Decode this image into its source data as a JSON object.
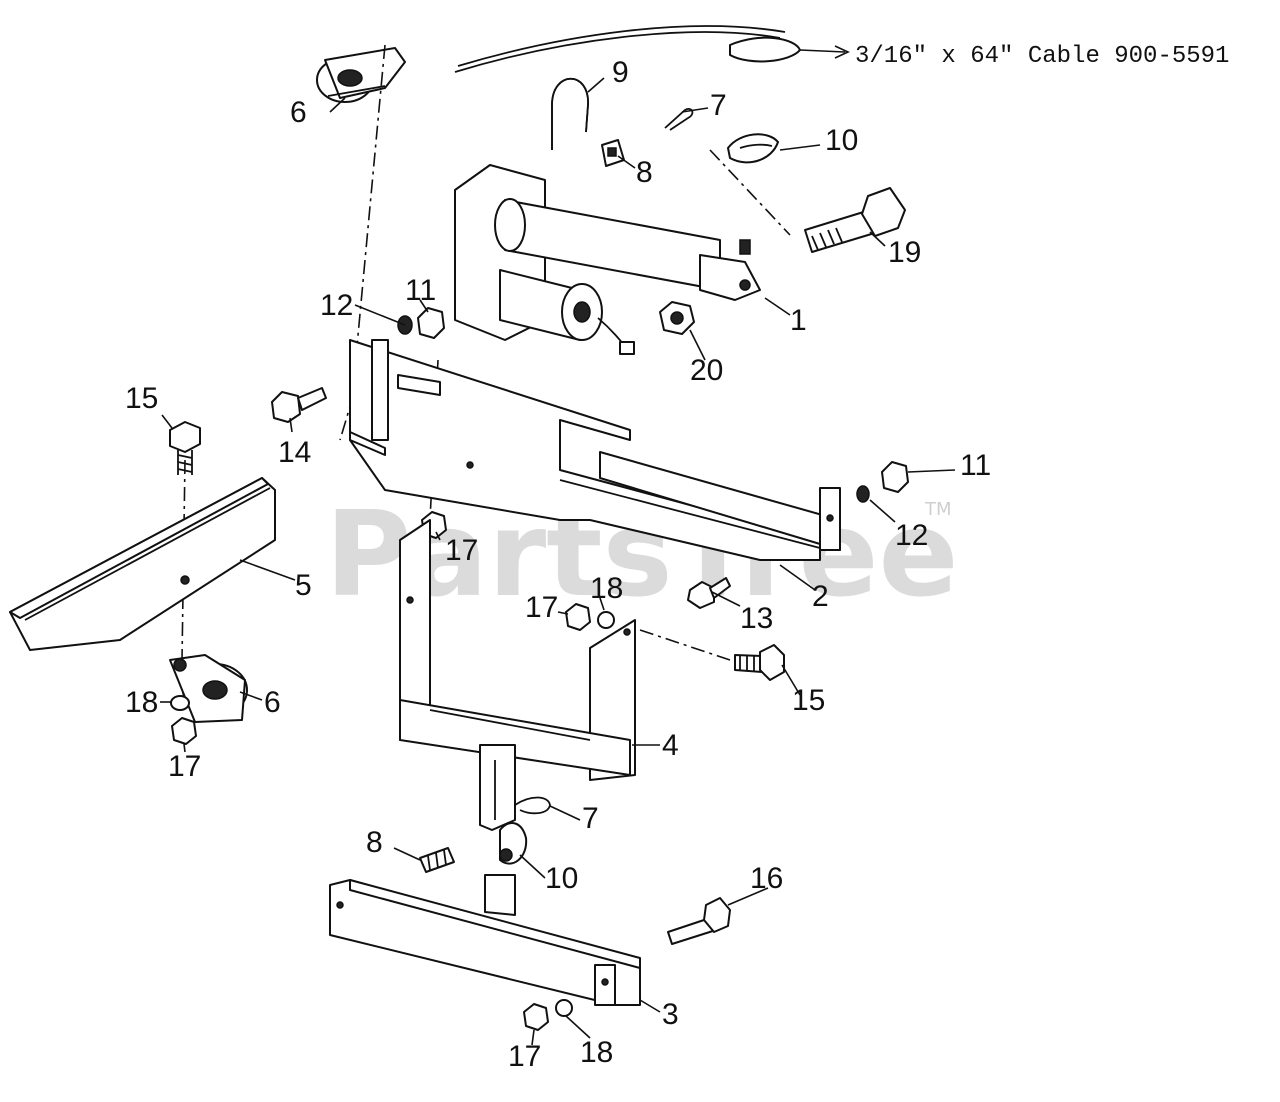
{
  "diagram": {
    "cable_label": "3/16\" x 64\" Cable  900-5591",
    "watermark": "PartsTree",
    "watermark_mark": "TM",
    "callouts": {
      "c1": "1",
      "c2": "2",
      "c3": "3",
      "c4": "4",
      "c5": "5",
      "c6a": "6",
      "c6b": "6",
      "c7a": "7",
      "c7b": "7",
      "c8a": "8",
      "c8b": "8",
      "c9": "9",
      "c10a": "10",
      "c10b": "10",
      "c11a": "11",
      "c11b": "11",
      "c12a": "12",
      "c12b": "12",
      "c13": "13",
      "c14": "14",
      "c15a": "15",
      "c15b": "15",
      "c16": "16",
      "c17a": "17",
      "c17b": "17",
      "c17c": "17",
      "c17d": "17",
      "c18a": "18",
      "c18b": "18",
      "c18c": "18",
      "c19": "19",
      "c20": "20"
    }
  }
}
